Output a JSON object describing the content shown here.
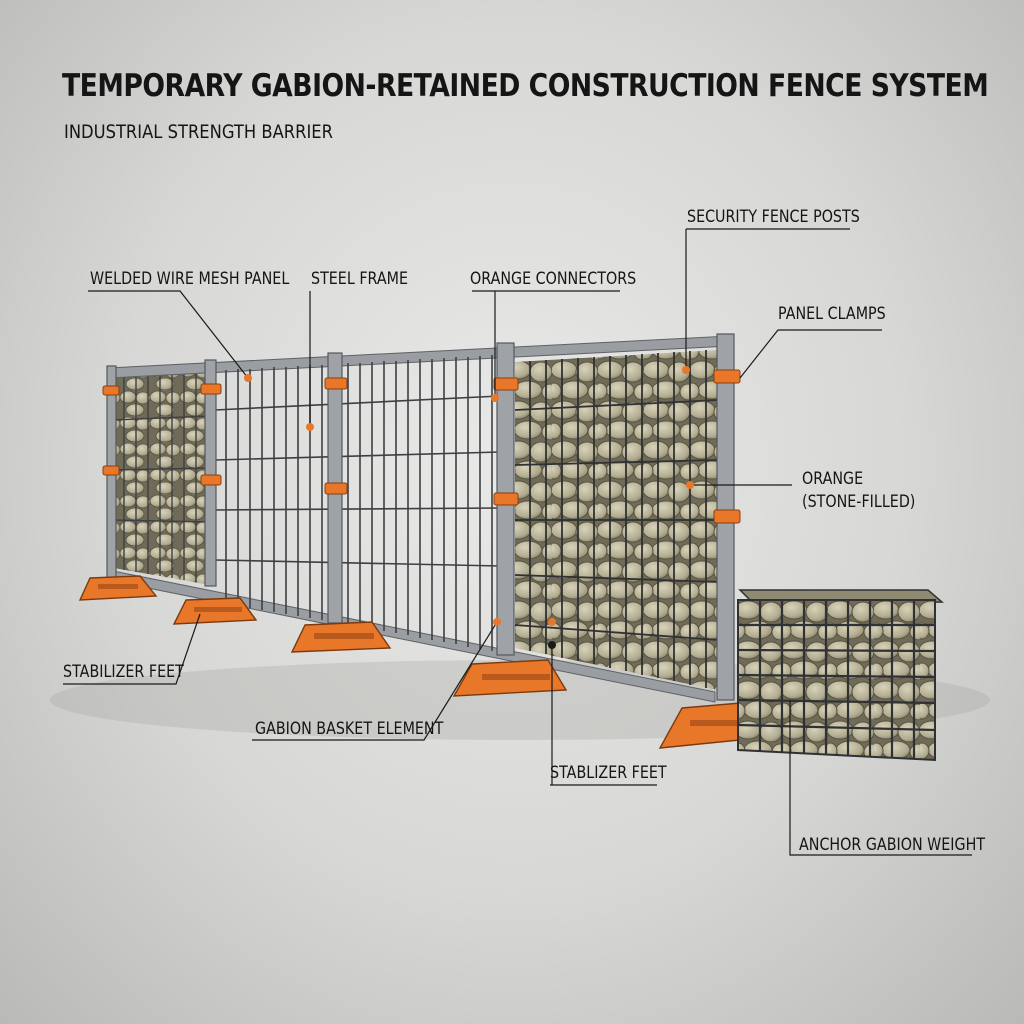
{
  "title": "TEMPORARY GABION-RETAINED CONSTRUCTION FENCE SYSTEM",
  "subtitle": "INDUSTRIAL STRENGTH BARRIER",
  "labels": {
    "welded_wire_mesh_panel": "WELDED WIRE MESH PANEL",
    "steel_frame": "STEEL FRAME",
    "orange_connectors": "ORANGE CONNECTORS",
    "security_fence_posts": "SECURITY FENCE POSTS",
    "panel_clamps": "PANEL CLAMPS",
    "orange_line1": "ORANGE",
    "orange_line2": "(STONE-FILLED)",
    "stabilizer_feet_left": "STABILIZER FEET",
    "gabion_basket_element": "GABION BASKET ELEMENT",
    "stabilizer_feet_right": "STABLIZER FEET",
    "anchor_gabion_weight": "ANCHOR GABION WEIGHT"
  },
  "colors": {
    "accent_orange": "#e8772a",
    "steel": "#8e9196",
    "mesh": "#3d3f43",
    "stone": "#b3ad92"
  }
}
